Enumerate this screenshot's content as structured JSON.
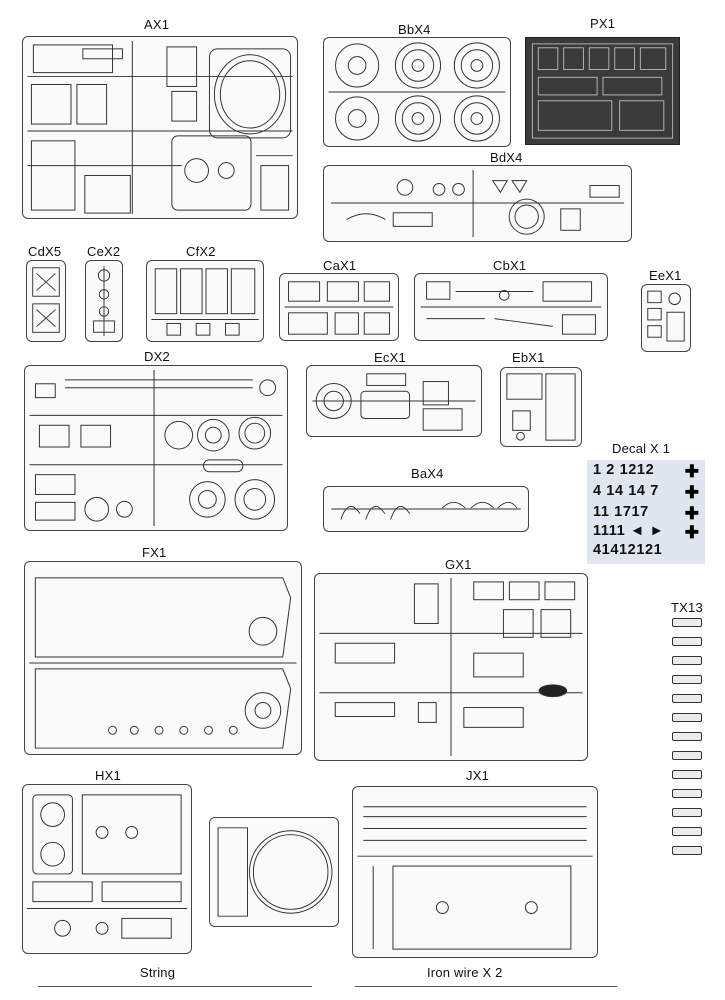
{
  "sheet": {
    "sprues": [
      {
        "id": "ax1",
        "label": "AX1"
      },
      {
        "id": "bbx4",
        "label": "BbX4"
      },
      {
        "id": "px1",
        "label": "PX1"
      },
      {
        "id": "bdx4",
        "label": "BdX4"
      },
      {
        "id": "cdx5",
        "label": "CdX5"
      },
      {
        "id": "cex2",
        "label": "CeX2"
      },
      {
        "id": "cfx2",
        "label": "CfX2"
      },
      {
        "id": "cax1",
        "label": "CaX1"
      },
      {
        "id": "cbx1",
        "label": "CbX1"
      },
      {
        "id": "eex1",
        "label": "EeX1"
      },
      {
        "id": "dx2",
        "label": "DX2"
      },
      {
        "id": "ecx1",
        "label": "EcX1"
      },
      {
        "id": "ebx1",
        "label": "EbX1"
      },
      {
        "id": "bax4",
        "label": "BaX4"
      },
      {
        "id": "fx1",
        "label": "FX1"
      },
      {
        "id": "gx1",
        "label": "GX1"
      },
      {
        "id": "tx13",
        "label": "TX13"
      },
      {
        "id": "hx1",
        "label": "HX1"
      },
      {
        "id": "jx1",
        "label": "JX1"
      }
    ],
    "decal": {
      "label": "Decal X 1",
      "rows": [
        "1 2 1212",
        "4 14 14 7",
        "11 1717",
        "1111 ◄ ►",
        "41412121"
      ]
    },
    "extras": {
      "string_label": "String",
      "wire_label": "Iron wire X 2"
    }
  }
}
